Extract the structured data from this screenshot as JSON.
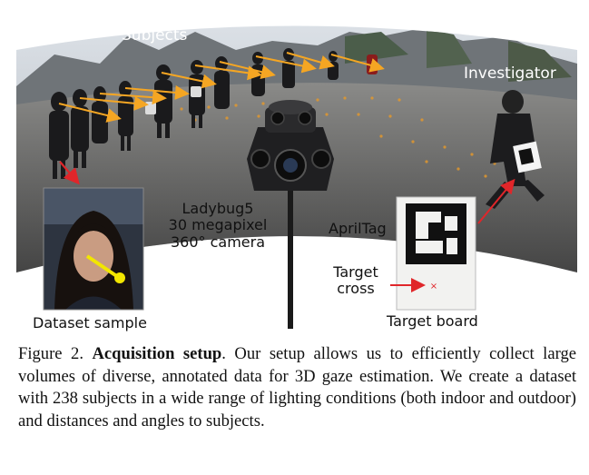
{
  "labels": {
    "subjects": "Subjects",
    "investigator": "Investigator",
    "camera_line1": "Ladybug5",
    "camera_line2": "30 megapixel",
    "camera_line3": "360° camera",
    "apriltag": "AprilTag",
    "target_cross_line1": "Target",
    "target_cross_line2": "cross",
    "dataset_sample": "Dataset sample",
    "target_board": "Target board"
  },
  "caption": {
    "figure_number": "Figure 2.",
    "title": "Acquisition setup",
    "text": ". Our setup allows us to efficiently collect large volumes of diverse, annotated data for 3D gaze estimation. We create a dataset with 238 subjects in a wide range of lighting conditions (both indoor and outdoor) and distances and angles to subjects."
  },
  "colors": {
    "gaze_arrow": "#f5a623",
    "pointer_arrow": "#e0262a",
    "gaze_overlay": "#f2e600"
  }
}
